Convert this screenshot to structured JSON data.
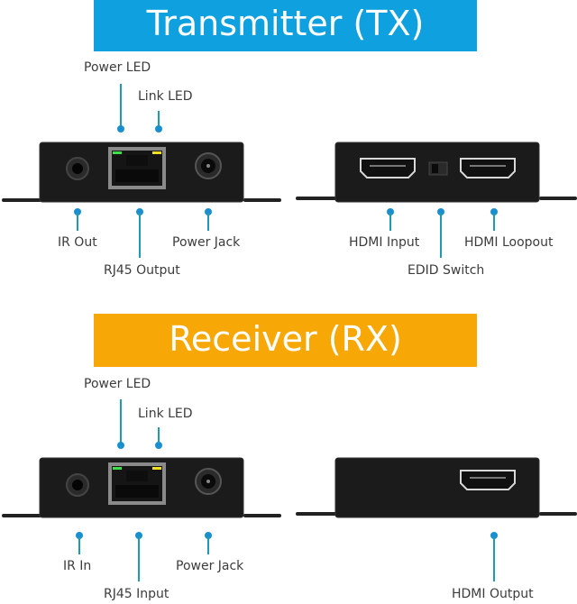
{
  "sections": {
    "transmitter": {
      "title": "Transmitter (TX)",
      "color": "#0fa0e0",
      "front_panel": {
        "labels": {
          "power_led": "Power LED",
          "link_led": "Link LED",
          "ir": "IR Out",
          "rj45": "RJ45 Output",
          "power_jack": "Power Jack"
        }
      },
      "rear_panel": {
        "labels": {
          "hdmi_input": "HDMI Input",
          "edid_switch": "EDID Switch",
          "hdmi_loopout": "HDMI Loopout"
        }
      }
    },
    "receiver": {
      "title": "Receiver (RX)",
      "color": "#f7a806",
      "front_panel": {
        "labels": {
          "power_led": "Power LED",
          "link_led": "Link LED",
          "ir": "IR In",
          "rj45": "RJ45 Input",
          "power_jack": "Power Jack"
        }
      },
      "rear_panel": {
        "labels": {
          "hdmi_output": "HDMI Output"
        }
      }
    }
  },
  "colors": {
    "callout_dot": "#1a8fd0",
    "callout_line": "#1d9bb5",
    "power_led": "#3ee04a",
    "link_led": "#f2e020",
    "device_body": "#1b1b1b"
  }
}
